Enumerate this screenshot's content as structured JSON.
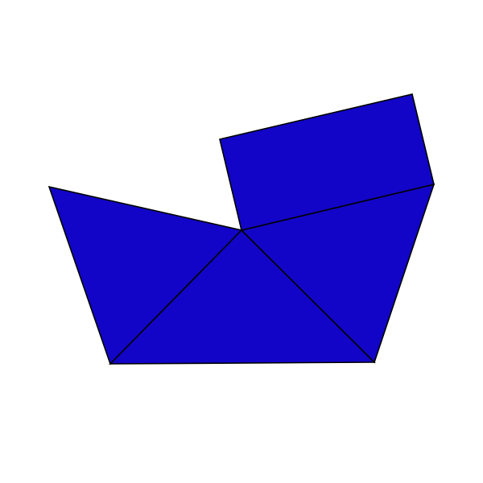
{
  "diagram": {
    "fill_color": "#1205C8",
    "stroke_color": "#000000",
    "background": "#ffffff",
    "shapes": [
      {
        "name": "left-triangle",
        "kind": "triangle"
      },
      {
        "name": "center-triangle",
        "kind": "triangle"
      },
      {
        "name": "right-triangle",
        "kind": "triangle"
      },
      {
        "name": "top-rectangle",
        "kind": "rectangle"
      }
    ]
  }
}
